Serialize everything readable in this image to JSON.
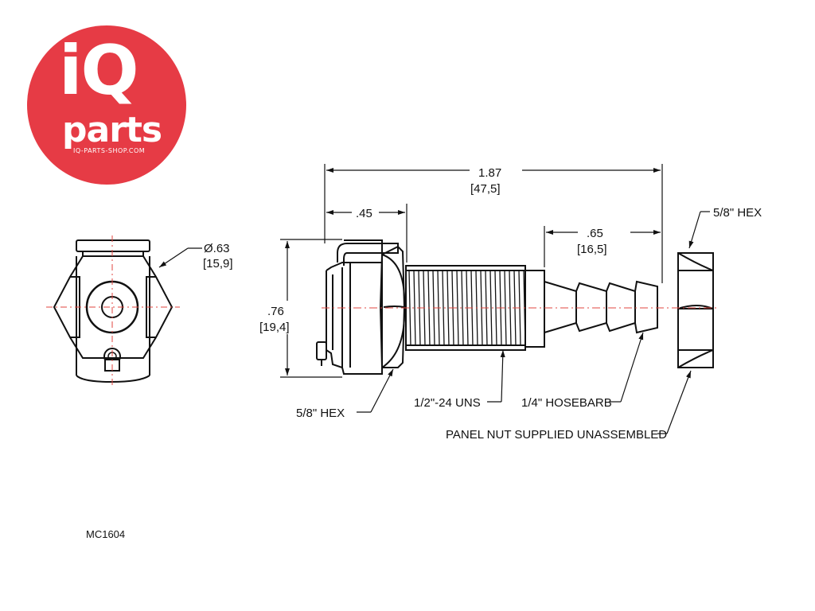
{
  "logo": {
    "brand_top": "iQ",
    "brand_bottom": "parts",
    "url": "IQ-PARTS-SHOP.COM",
    "color": "#e63b45"
  },
  "part_number": "MC1604",
  "drawing": {
    "line_color": "#111111",
    "centerline_color": "#e0453f",
    "dimensions": {
      "overall_length_in": "1.87",
      "overall_length_mm": "[47,5]",
      "body_length_in": ".45",
      "barb_length_in": ".65",
      "barb_length_mm": "[16,5]",
      "height_in": ".76",
      "height_mm": "[19,4]",
      "diameter_in": "Ø.63",
      "diameter_mm": "[15,9]"
    },
    "callouts": {
      "hex_front": "5/8\" HEX",
      "hex_nut": "5/8\" HEX",
      "thread": "1/2\"-24 UNS",
      "hosebarb": "1/4\" HOSEBARB",
      "panel_nut": "PANEL NUT SUPPLIED UNASSEMBLED"
    }
  }
}
